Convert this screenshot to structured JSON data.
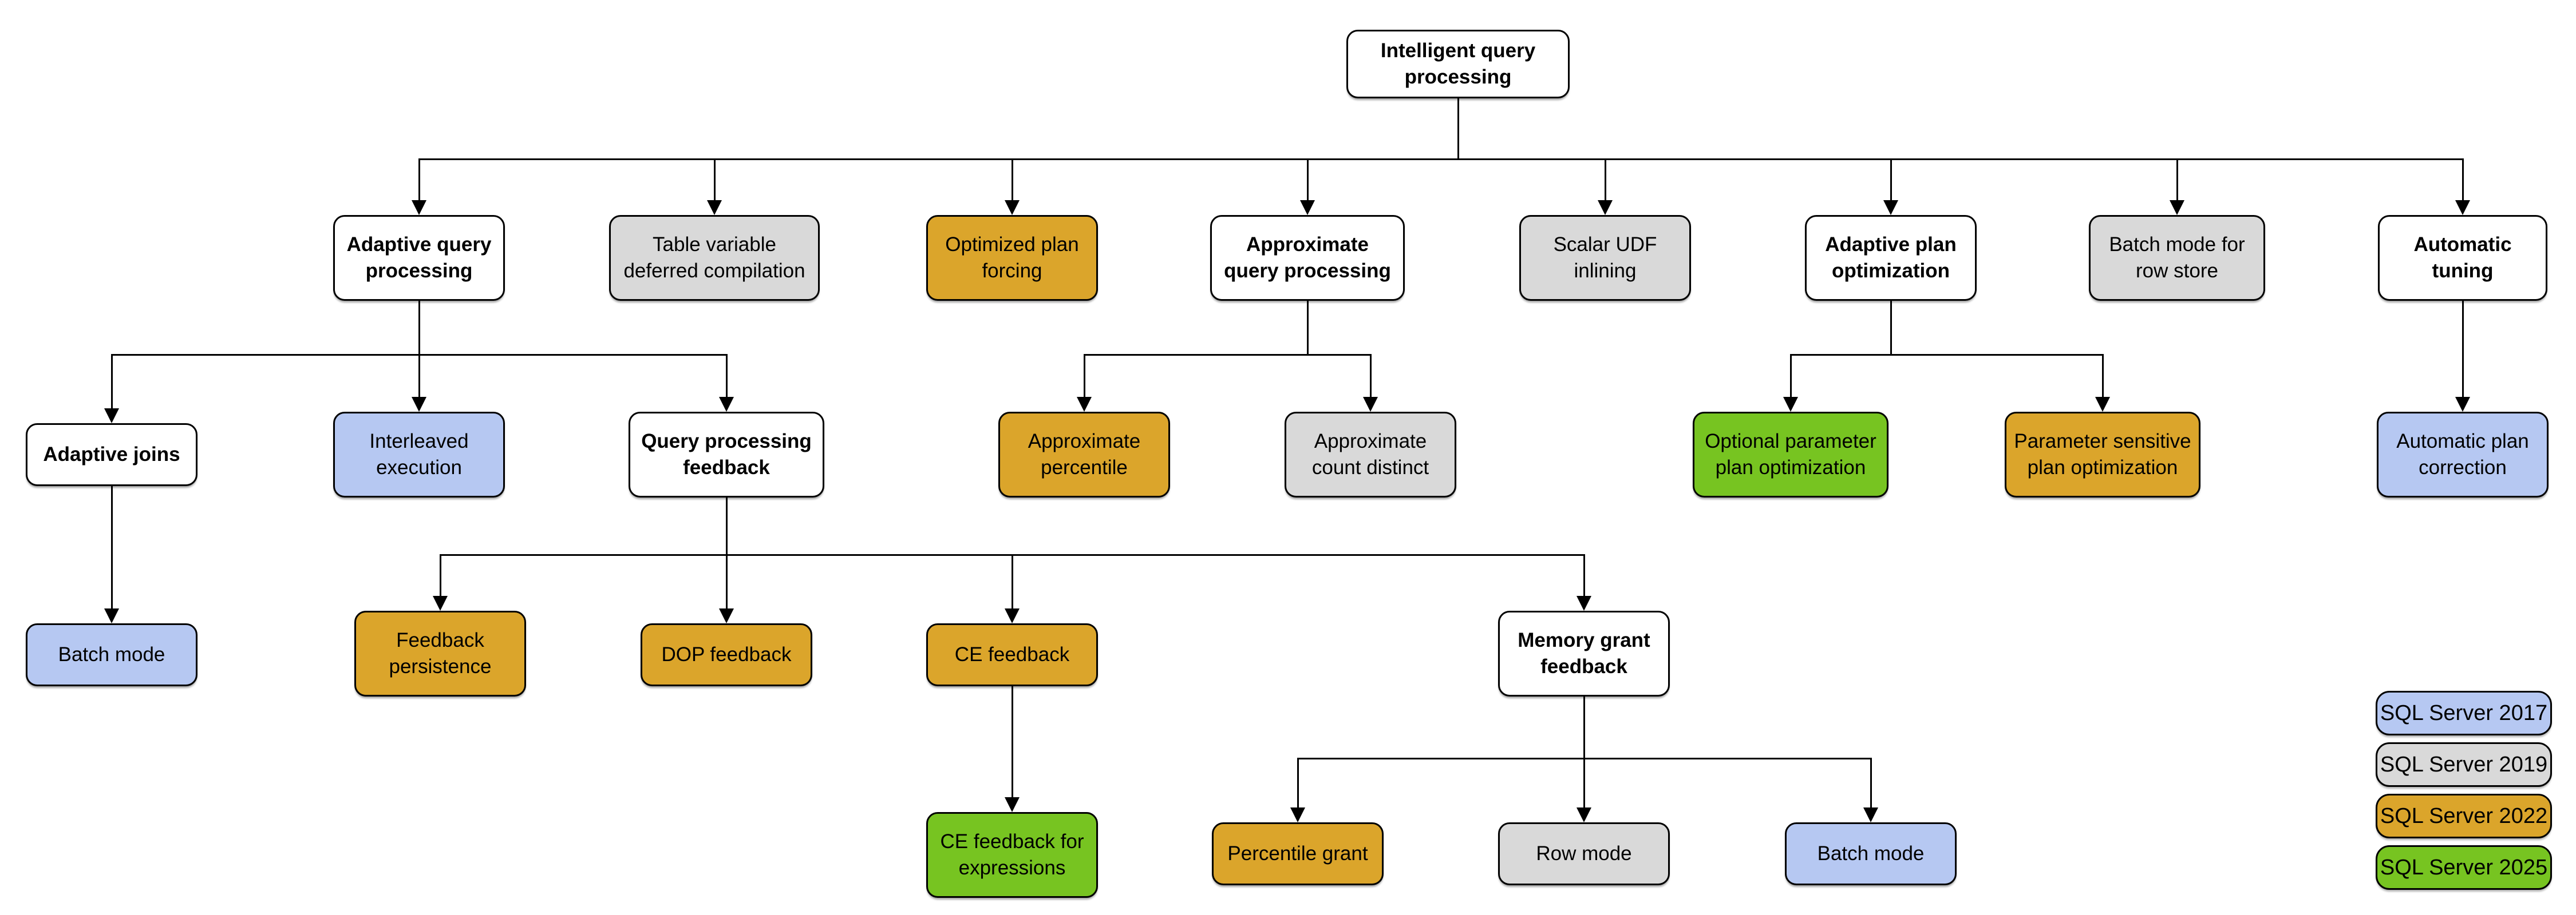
{
  "diagram_title": "Intelligent query processing",
  "colors": {
    "base": "#FFFFFF",
    "v2017": "#B6C8F2",
    "v2019": "#D9D9D9",
    "v2022": "#DBA52B",
    "v2025": "#77C421",
    "border": "#000000",
    "line": "#000000"
  },
  "nodes": {
    "root": {
      "label": "Intelligent query\nprocessing",
      "version": "base"
    },
    "adaptive_query_processing": {
      "label": "Adaptive query\nprocessing",
      "version": "base"
    },
    "table_variable_deferred_compilation": {
      "label": "Table variable\ndeferred compilation",
      "version": "v2019"
    },
    "optimized_plan_forcing": {
      "label": "Optimized plan\nforcing",
      "version": "v2022"
    },
    "approximate_query_processing": {
      "label": "Approximate\nquery processing",
      "version": "base"
    },
    "scalar_udf_inlining": {
      "label": "Scalar UDF\ninlining",
      "version": "v2019"
    },
    "adaptive_plan_optimization": {
      "label": "Adaptive plan\noptimization",
      "version": "base"
    },
    "batch_mode_row_store": {
      "label": "Batch mode for\nrow store",
      "version": "v2019"
    },
    "automatic_tuning": {
      "label": "Automatic\ntuning",
      "version": "base"
    },
    "adaptive_joins": {
      "label": "Adaptive joins",
      "version": "base"
    },
    "interleaved_execution": {
      "label": "Interleaved\nexecution",
      "version": "v2017"
    },
    "query_processing_feedback": {
      "label": "Query processing\nfeedback",
      "version": "base"
    },
    "approximate_percentile": {
      "label": "Approximate\npercentile",
      "version": "v2022"
    },
    "approximate_count_distinct": {
      "label": "Approximate\ncount distinct",
      "version": "v2019"
    },
    "optional_parameter_plan_optimization": {
      "label": "Optional parameter\nplan optimization",
      "version": "v2025"
    },
    "parameter_sensitive_plan_optimization": {
      "label": "Parameter sensitive\nplan optimization",
      "version": "v2022"
    },
    "automatic_plan_correction": {
      "label": "Automatic plan\ncorrection",
      "version": "v2017"
    },
    "batch_mode_adaptive_joins": {
      "label": "Batch mode",
      "version": "v2017"
    },
    "feedback_persistence": {
      "label": "Feedback\npersistence",
      "version": "v2022"
    },
    "dop_feedback": {
      "label": "DOP feedback",
      "version": "v2022"
    },
    "ce_feedback": {
      "label": "CE feedback",
      "version": "v2022"
    },
    "memory_grant_feedback": {
      "label": "Memory grant\nfeedback",
      "version": "base"
    },
    "ce_feedback_expressions": {
      "label": "CE feedback for\nexpressions",
      "version": "v2025"
    },
    "percentile_grant": {
      "label": "Percentile grant",
      "version": "v2022"
    },
    "row_mode": {
      "label": "Row mode",
      "version": "v2019"
    },
    "batch_mode_memory_grant": {
      "label": "Batch mode",
      "version": "v2017"
    }
  },
  "legend": {
    "items": [
      {
        "label": "SQL Server 2017",
        "version": "v2017",
        "color": "#B6C8F2"
      },
      {
        "label": "SQL Server 2019",
        "version": "v2019",
        "color": "#D9D9D9"
      },
      {
        "label": "SQL Server 2022",
        "version": "v2022",
        "color": "#DBA52B"
      },
      {
        "label": "SQL Server 2025",
        "version": "v2025",
        "color": "#77C421"
      }
    ]
  }
}
